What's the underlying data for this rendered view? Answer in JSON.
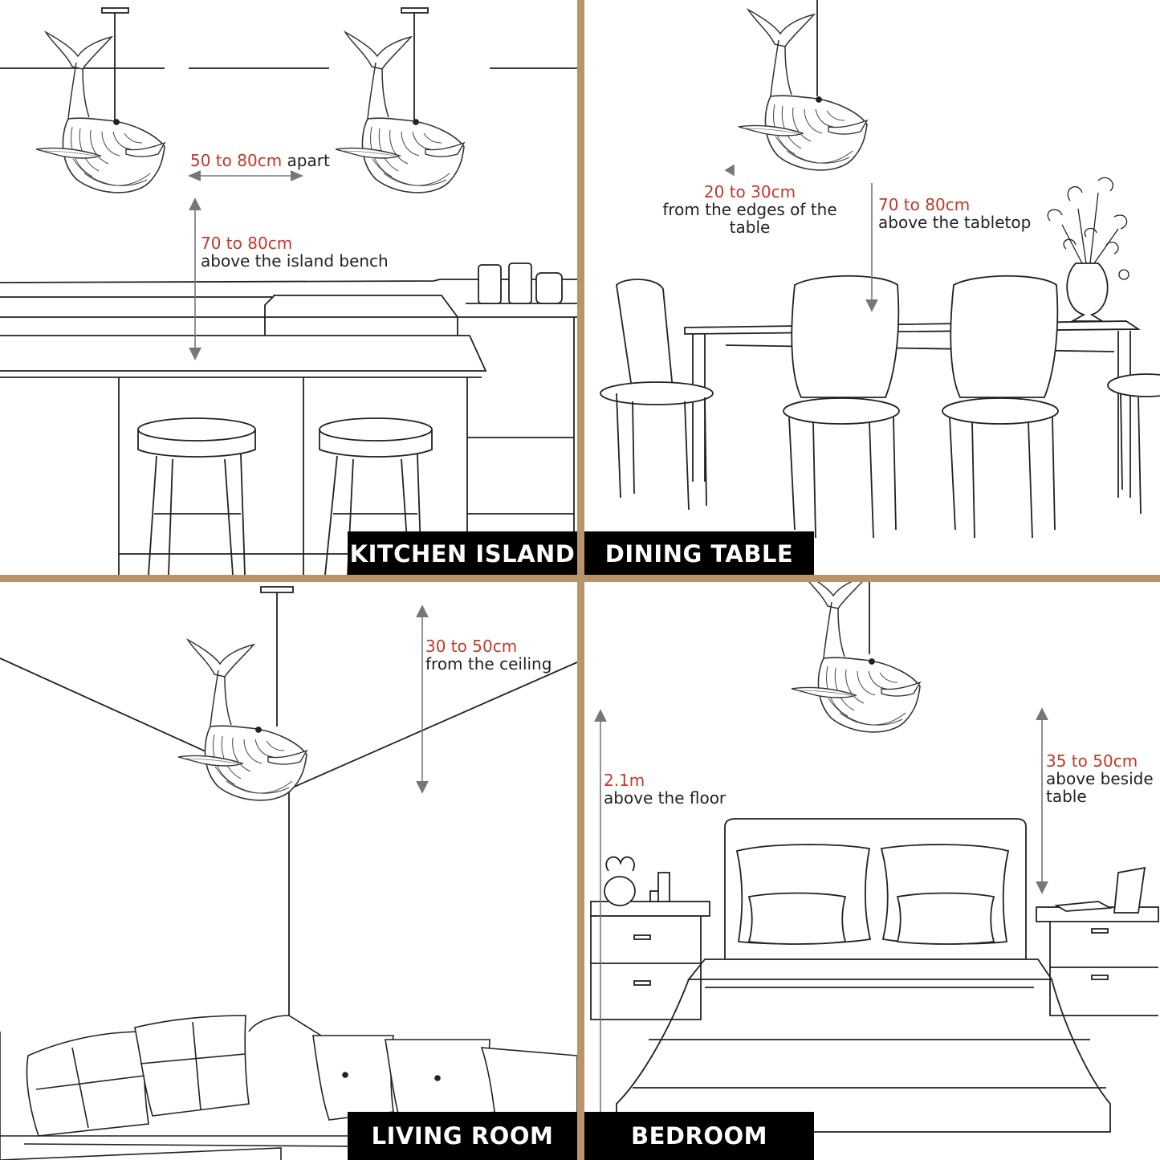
{
  "colors": {
    "divider": "#b8946a",
    "measure_red": "#c0392b",
    "label_bg": "#000000",
    "label_text": "#ffffff"
  },
  "panels": {
    "kitchen": {
      "label": "KITCHEN ISLAND",
      "spacing_value": "50 to 80cm",
      "spacing_note": "apart",
      "height_value": "70 to 80cm",
      "height_note": "above the island bench"
    },
    "dining": {
      "label": "DINING TABLE",
      "edge_value": "20 to 30cm",
      "edge_note_1": "from the edges of the",
      "edge_note_2": "table",
      "height_value": "70 to 80cm",
      "height_note": "above the tabletop"
    },
    "living": {
      "label": "LIVING ROOM",
      "ceiling_value": "30 to 50cm",
      "ceiling_note": "from the ceiling"
    },
    "bedroom": {
      "label": "BEDROOM",
      "floor_value": "2.1m",
      "floor_note": "above the floor",
      "side_value": "35 to 50cm",
      "side_note_1": "above beside",
      "side_note_2": "table"
    }
  }
}
